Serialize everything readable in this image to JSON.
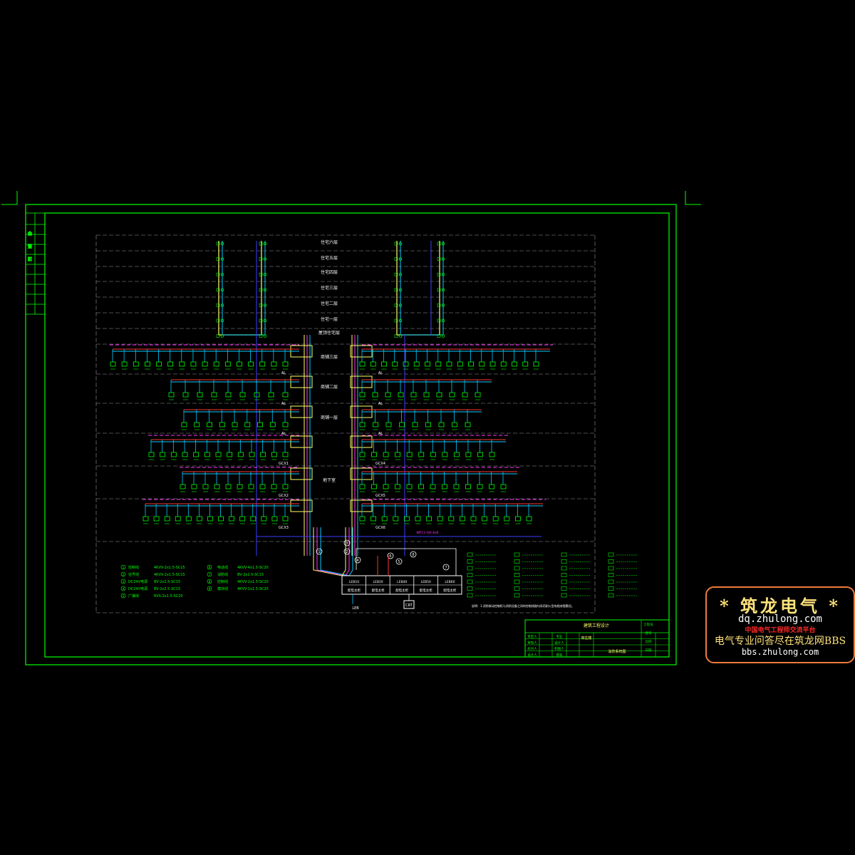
{
  "drawing": {
    "background": "#000000",
    "frame_color": "#00ff00",
    "floors_upper": [
      "住宅六层",
      "住宅五层",
      "住宅四层",
      "住宅三层",
      "住宅二层",
      "住宅一层",
      "屋顶住宅层"
    ],
    "floors_lower": [
      "商铺三层",
      "商铺二层",
      "商铺一层",
      "",
      "地下室",
      ""
    ],
    "box_labels_left": [
      "AL",
      "AL",
      "AL",
      "GCX1",
      "GCX2",
      "GCX3"
    ],
    "box_labels_right": [
      "AL",
      "AL",
      "AL",
      "GCX4",
      "GCX5",
      "GCX6"
    ],
    "main_cabinets": [
      "LEB10",
      "LEB20",
      "LEB40",
      "LEB50",
      "LEB60"
    ],
    "main_cabinet_sub": [
      "配电主柜",
      "配电主柜",
      "配电主柜",
      "配电主柜",
      "配电主柜"
    ],
    "cable_tag": "WFC1-YJV-4x6",
    "gnd_label": "LEB",
    "crt_label": "CRT",
    "circle_numbers": [
      "1",
      "2",
      "3",
      "4",
      "5",
      "6",
      "7",
      "8"
    ],
    "legend_left": [
      {
        "num": "1",
        "name": "控制线",
        "spec": "4KVV-2x1.5-SC15"
      },
      {
        "num": "2",
        "name": "信号线",
        "spec": "4KVV-2x1.5-SC15"
      },
      {
        "num": "3",
        "name": "DC24V电源",
        "spec": "BV-2x2.5-SC15"
      },
      {
        "num": "4",
        "name": "DC24V电源",
        "spec": "BV-2x2.5-SC15"
      },
      {
        "num": "5",
        "name": "广播线",
        "spec": "RVS-2x1.5-SC20"
      }
    ],
    "legend_mid": [
      {
        "num": "6",
        "name": "电话线",
        "spec": "4KVV-4x1.5-SC20"
      },
      {
        "num": "7",
        "name": "消防线",
        "spec": "BV-2x2.5-SC15"
      },
      {
        "num": "8",
        "name": "控制线",
        "spec": "4KVV-2x1.5-SC20"
      },
      {
        "num": "9",
        "name": "模块线",
        "spec": "4KVV-2x1.5-SC20"
      }
    ],
    "note": "说明：1.消防联动控制柜与消防设备之间的控制线路均采用耐火型电缆穿管敷设。",
    "title_block": {
      "company": "建筑工程设计",
      "project_name": "商住楼",
      "drawing_name": "消防系统图",
      "rows_left": [
        "审定人",
        "审核人",
        "校对人",
        "设计人"
      ],
      "rows_mid": [
        "专业",
        "设计人",
        "制图人",
        "图名"
      ],
      "rows_right": [
        "工程号",
        "图号",
        "比例",
        "日期"
      ]
    },
    "revision_header": [
      "会",
      "签",
      "栏"
    ],
    "stamp": {
      "title": "* 筑龙电气 *",
      "url1": "dq.zhulong.com",
      "red_line": "中国电气工程师交流平台",
      "bbs_line": "电气专业问答尽在筑龙网BBS",
      "url2": "bbs.zhulong.com",
      "border_color": "#f07a3c",
      "title_color": "#ffe27a"
    }
  }
}
